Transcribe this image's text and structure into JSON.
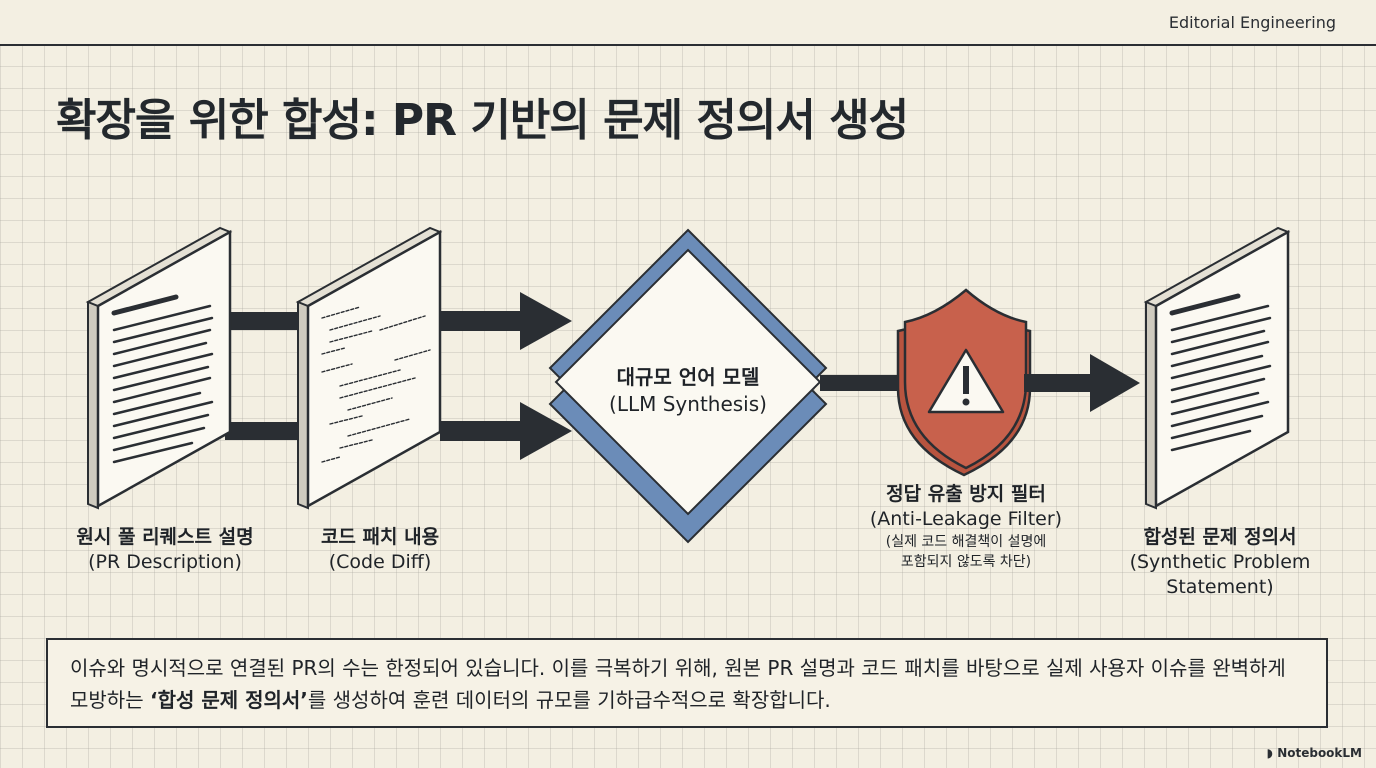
{
  "header": {
    "brand": "Editorial Engineering"
  },
  "title": "확장을 위한 합성: PR 기반의 문제 정의서 생성",
  "nodes": {
    "pr_description": {
      "label": "원시 풀 리퀘스트 설명",
      "sub": "(PR Description)"
    },
    "code_diff": {
      "label": "코드 패치 내용",
      "sub": "(Code Diff)"
    },
    "llm": {
      "label": "대규모 언어 모델",
      "sub": "(LLM Synthesis)"
    },
    "filter": {
      "label": "정답 유출 방지 필터",
      "sub": "(Anti-Leakage Filter)",
      "note_line1": "(실제 코드 해결책이 설명에",
      "note_line2": "포함되지 않도록 차단)"
    },
    "output": {
      "label": "합성된 문제 정의서",
      "sub_line1": "(Synthetic Problem",
      "sub_line2": "Statement)"
    }
  },
  "callout": {
    "text_before": "이슈와 명시적으로 연결된 PR의 수는 한정되어 있습니다. 이를 극복하기 위해, 원본 PR 설명과 코드 패치를 바탕으로 실제 사용자 이슈를 완벽하게 모방하는 ",
    "text_bold": "‘합성 문제 정의서’",
    "text_after": "를 생성하여  훈련 데이터의 규모를 기하급수적으로 확장합니다."
  },
  "footer": {
    "logo": "NotebookLM"
  },
  "colors": {
    "dark": "#2a2e33",
    "diamond_blue": "#6b8cb8",
    "shield_red": "#c8614c",
    "paper": "#f3efe2"
  },
  "icons": {
    "filter": "shield-warning-icon",
    "documents": "document-icon",
    "code": "code-file-icon"
  }
}
